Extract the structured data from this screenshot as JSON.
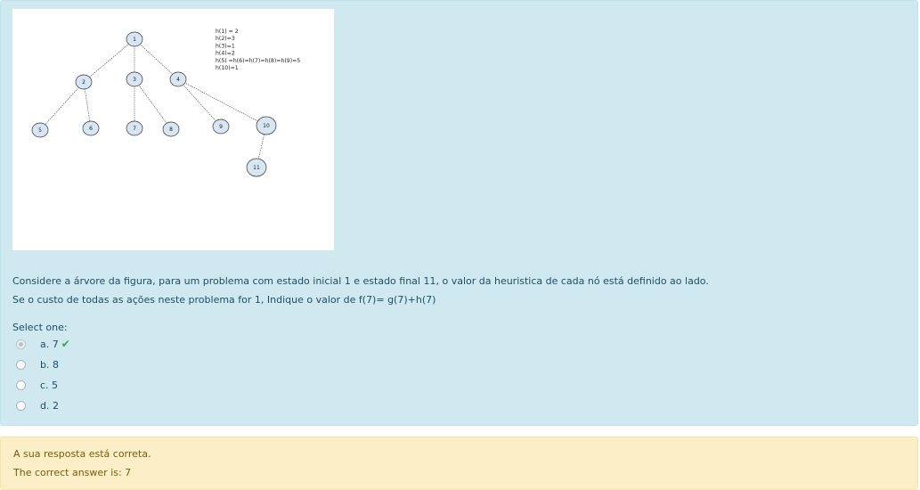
{
  "question": {
    "figure": {
      "nodes": [
        {
          "id": "n1",
          "label": "1"
        },
        {
          "id": "n2",
          "label": "2"
        },
        {
          "id": "n3",
          "label": "3"
        },
        {
          "id": "n4",
          "label": "4"
        },
        {
          "id": "n5",
          "label": "5"
        },
        {
          "id": "n6",
          "label": "6"
        },
        {
          "id": "n7",
          "label": "7"
        },
        {
          "id": "n8",
          "label": "8"
        },
        {
          "id": "n9",
          "label": "9"
        },
        {
          "id": "n10",
          "label": "10"
        },
        {
          "id": "n11",
          "label": "11"
        }
      ],
      "edges": [
        [
          "n1",
          "n2"
        ],
        [
          "n1",
          "n3"
        ],
        [
          "n1",
          "n4"
        ],
        [
          "n2",
          "n5"
        ],
        [
          "n2",
          "n6"
        ],
        [
          "n3",
          "n7"
        ],
        [
          "n3",
          "n8"
        ],
        [
          "n4",
          "n9"
        ],
        [
          "n4",
          "n10"
        ],
        [
          "n10",
          "n11"
        ]
      ],
      "heuristics": [
        "h(1) = 2",
        "h(2)=3",
        "h(3)=1",
        "h(4)=2",
        "h(5) =h(6)=h(7)=h(8)=h(9)=5",
        "h(10)=1"
      ]
    },
    "text_line1": "Considere a árvore da figura, para um problema com estado inicial 1 e estado final 11, o valor da heuristica de cada nó está definido ao lado.",
    "text_line2": "Se o custo de todas as ações neste problema for 1, Indique o valor de f(7)= g(7)+h(7)",
    "prompt": "Select one:",
    "options": [
      {
        "label": "a. 7",
        "selected": true,
        "correct": true
      },
      {
        "label": "b. 8",
        "selected": false
      },
      {
        "label": "c. 5",
        "selected": false
      },
      {
        "label": "d. 2",
        "selected": false
      }
    ]
  },
  "feedback": {
    "status": "A sua resposta está correta.",
    "correct_answer": "The correct answer is: 7"
  },
  "colors": {
    "question_bg": "#d0e9f0",
    "feedback_bg": "#fcefc7",
    "node_fill": "#d8e6f3",
    "check": "#3aa14c"
  }
}
